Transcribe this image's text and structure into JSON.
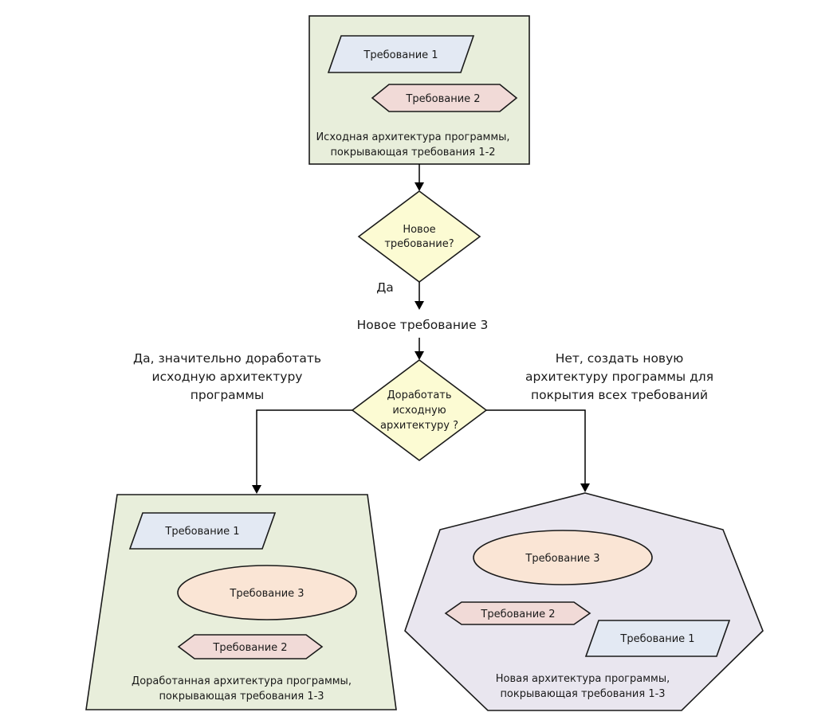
{
  "top_box": {
    "req1": "Требование 1",
    "req2": "Требование 2",
    "caption_line1": "Исходная архитектура программы,",
    "caption_line2": "покрывающая требования 1-2"
  },
  "decision1": {
    "line1": "Новое",
    "line2": "требование?",
    "yes_label": "Да"
  },
  "new_req": "Новое требование 3",
  "decision2": {
    "line1": "Доработать",
    "line2": "исходную",
    "line3": "архитектуру ?"
  },
  "left_branch": {
    "line1": "Да, значительно доработать",
    "line2": "исходную архитектуру",
    "line3": "программы"
  },
  "right_branch": {
    "line1": "Нет, создать новую",
    "line2": "архитектуру программы для",
    "line3": "покрытия всех требований"
  },
  "left_box": {
    "req1": "Требование 1",
    "req3": "Требование 3",
    "req2": "Требование 2",
    "caption_line1": "Доработанная архитектура программы,",
    "caption_line2": "покрывающая требования 1-3"
  },
  "right_box": {
    "req3": "Требование 3",
    "req2": "Требование 2",
    "req1": "Требование 1",
    "caption_line1": "Новая архитектура программы,",
    "caption_line2": "покрывающая требования 1-3"
  },
  "colors": {
    "green_fill": "#e8eedb",
    "lavender_fill": "#e9e6ef",
    "blue_fill": "#e3e9f3",
    "pink_fill": "#f1dad7",
    "peach_fill": "#fae5d5",
    "yellow_fill": "#fcfbd3"
  }
}
